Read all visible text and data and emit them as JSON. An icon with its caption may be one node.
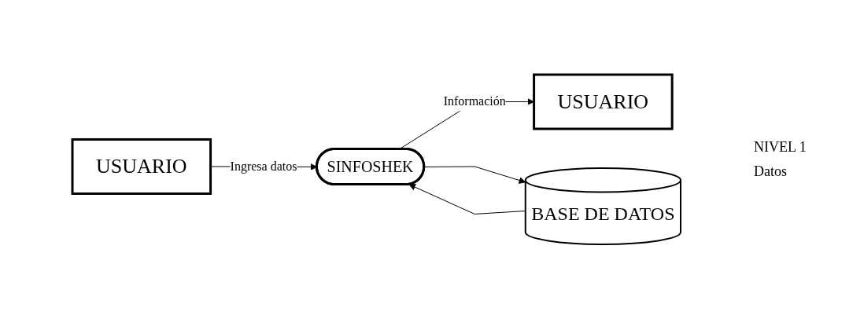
{
  "diagram": {
    "nodes": [
      {
        "text": [
          "USUARIO"
        ]
      },
      {
        "text": [
          "SINFOSHEK"
        ]
      },
      {
        "text": [
          "USUARIO"
        ]
      },
      {
        "text": [
          "BASE DE DATOS"
        ]
      }
    ],
    "edges": [
      {
        "from": 0,
        "to": 1,
        "arrow": "to",
        "label": "Ingresa datos"
      },
      {
        "from": 1,
        "to": 2,
        "arrow": "to",
        "label": "Información"
      },
      {
        "from": 1,
        "to": 3,
        "arrow": "to"
      },
      {
        "from": 3,
        "to": 1,
        "arrow": "to"
      }
    ],
    "labels": [
      "NIVEL 1",
      "Datos"
    ]
  }
}
